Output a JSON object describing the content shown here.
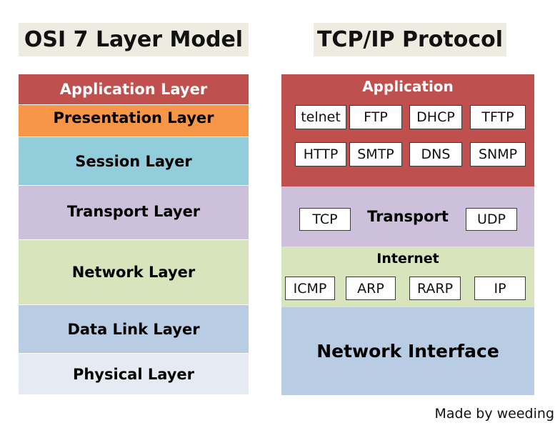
{
  "osi": {
    "title": "OSI 7 Layer Model",
    "layers": [
      {
        "label": "Application Layer",
        "color": "#c0504d"
      },
      {
        "label": "Presentation Layer",
        "color": "#f79646"
      },
      {
        "label": "Session Layer",
        "color": "#92cddc"
      },
      {
        "label": "Transport Layer",
        "color": "#ccc0da"
      },
      {
        "label": "Network Layer",
        "color": "#d7e4bc"
      },
      {
        "label": "Data Link Layer",
        "color": "#b8cce4"
      },
      {
        "label": "Physical Layer",
        "color": "#e6ebf3"
      }
    ]
  },
  "tcpip": {
    "title": "TCP/IP Protocol",
    "application": {
      "label": "Application",
      "color": "#c0504d",
      "protocols": [
        "telnet",
        "FTP",
        "DHCP",
        "TFTP",
        "HTTP",
        "SMTP",
        "DNS",
        "SNMP"
      ]
    },
    "transport": {
      "label": "Transport",
      "color": "#ccc0da",
      "protocols": [
        "TCP",
        "UDP"
      ]
    },
    "internet": {
      "label": "Internet",
      "color": "#d7e4bc",
      "protocols": [
        "ICMP",
        "ARP",
        "RARP",
        "IP"
      ]
    },
    "network_interface": {
      "label": "Network Interface",
      "color": "#b8cce4"
    }
  },
  "credit": "Made by weeding"
}
